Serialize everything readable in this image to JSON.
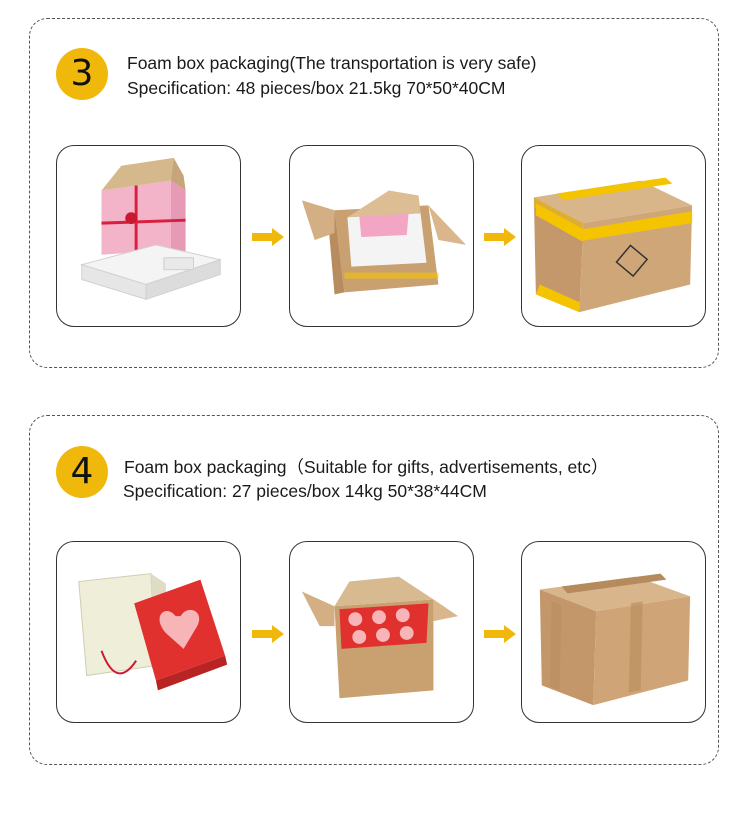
{
  "sections": [
    {
      "number": "3",
      "title": "Foam box packaging(The transportation is very safe)",
      "spec": "Specification: 48 pieces/box   21.5kg   70*50*40CM",
      "images": [
        "gift-box-with-foam-insert",
        "open-carton-with-foam-box",
        "sealed-carton-yellow-tape"
      ]
    },
    {
      "number": "4",
      "title": "Foam box packaging（Suitable for gifts, advertisements, etc）",
      "spec": "Specification: 27 pieces/box   14kg    50*38*44CM",
      "images": [
        "heart-gift-box-with-bag",
        "open-carton-with-heart-boxes",
        "sealed-carton-brown-tape"
      ]
    }
  ],
  "colors": {
    "badge": "#f1b80c",
    "arrow": "#f1b80c",
    "cardboard": "#c9a47a",
    "tape": "#f5c400",
    "pink": "#f2a5c0",
    "red": "#e03a3a"
  }
}
